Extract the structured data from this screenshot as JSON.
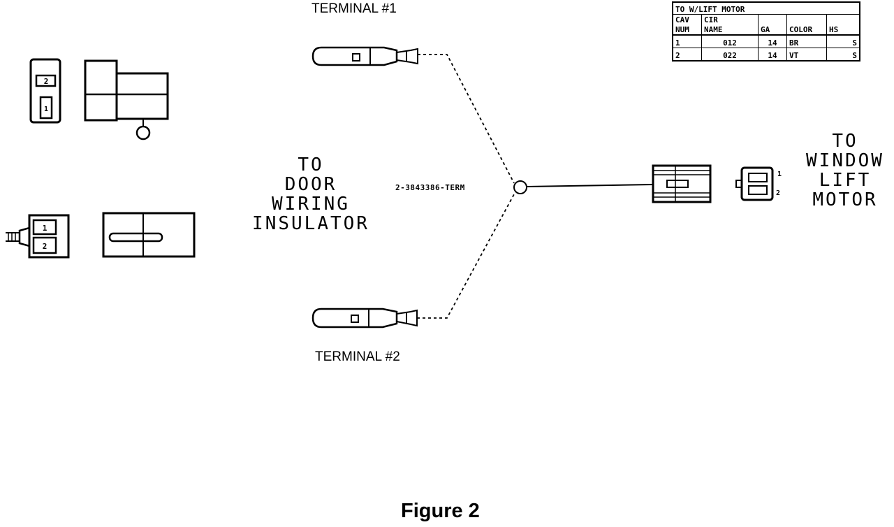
{
  "terminal_1_label": "TERMINAL #1",
  "terminal_2_label": "TERMINAL #2",
  "door_label": [
    "TO",
    "DOOR",
    "WIRING",
    "INSULATOR"
  ],
  "motor_label": [
    "TO",
    "WINDOW",
    "LIFT",
    "MOTOR"
  ],
  "part_number": "2-3843386-TERM",
  "caption": "Figure 2",
  "connector_cavities": [
    "1",
    "2"
  ],
  "right_connector_pins": [
    "1",
    "2"
  ],
  "table": {
    "title": "TO W/LIFT MOTOR",
    "header_row1": [
      "CAV",
      "CIR",
      "",
      "",
      ""
    ],
    "header_row2": [
      "NUM",
      "NAME",
      "GA",
      "COLOR",
      "HS"
    ],
    "rows": [
      [
        "1",
        "012",
        "14",
        "BR",
        "S"
      ],
      [
        "2",
        "022",
        "14",
        "VT",
        "S"
      ]
    ]
  }
}
